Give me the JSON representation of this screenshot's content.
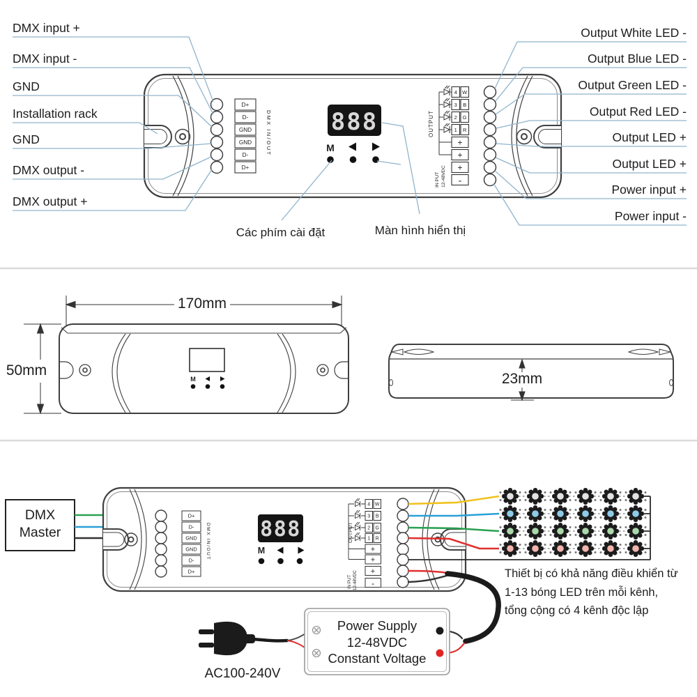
{
  "top_view": {
    "left_labels": [
      "DMX input +",
      "DMX input -",
      "GND",
      "Installation rack",
      "GND",
      "DMX output -",
      "DMX output +"
    ],
    "right_labels": [
      "Output White LED -",
      "Output Blue LED -",
      "Output Green LED -",
      "Output Red LED -",
      "Output LED +",
      "Output LED +",
      "Power input +",
      "Power input -"
    ],
    "caption_buttons": "Các phím cài đặt",
    "caption_display": "Màn hình hiển thị"
  },
  "device": {
    "display_value": "888",
    "btn_mode": "M",
    "dmx_terminals": [
      "D+",
      "D-",
      "GND",
      "GND",
      "D-",
      "D+"
    ],
    "dmx_group_label": "DMX IN/OUT",
    "output_group_label": "OUTPUT",
    "input_group_label": "IN PUT",
    "input_voltage_label": "12-48VDC",
    "channels": [
      {
        "num": "4",
        "ch": "W"
      },
      {
        "num": "3",
        "ch": "B"
      },
      {
        "num": "2",
        "ch": "G"
      },
      {
        "num": "1",
        "ch": "R"
      }
    ],
    "plus": "+",
    "minus": "-"
  },
  "dimensions": {
    "width": "170mm",
    "height": "50mm",
    "depth": "23mm"
  },
  "wiring": {
    "dmx_master_line1": "DMX",
    "dmx_master_line2": "Master",
    "psu_lines": [
      "Power Supply",
      "12-48VDC",
      "Constant Voltage"
    ],
    "ac_label": "AC100-240V",
    "note_lines": [
      "Thiết bị có khả năng điều khiển từ",
      "1-13 bóng LED trên mỗi kênh,",
      "tổng cộng có 4 kênh độc lập"
    ]
  },
  "led_grid": {
    "rows": 4,
    "cols": 6,
    "row_names": [
      "white",
      "blue",
      "green",
      "red"
    ],
    "center_colors": [
      "#e3e3e3",
      "#8ecbe8",
      "#abd8ab",
      "#f2b5ae"
    ],
    "wire_colors": [
      "#f0c11d",
      "#2aa0d8",
      "#2ba153",
      "#e03030"
    ]
  },
  "colors": {
    "leader": "#8fb4cc",
    "outline": "#3f3f3f",
    "separator": "#dadada",
    "display_bg": "#141414",
    "display_digits": "#d8d8d8",
    "wire_black": "#333333",
    "wire_red": "#e03030",
    "wire_green": "#2ba153",
    "wire_blue": "#2aa0d8",
    "wire_yellow": "#f0c11d"
  }
}
